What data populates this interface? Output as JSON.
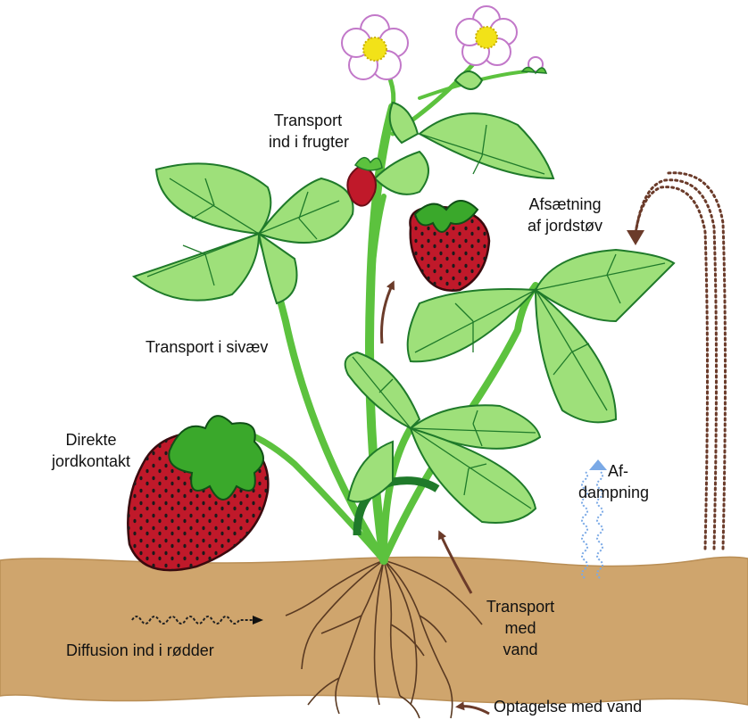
{
  "colors": {
    "soil": "#cfa56d",
    "leaf": "#9ee07a",
    "leaf_dark": "#1f7a2a",
    "stem": "#5cc23e",
    "berry": "#c0192a",
    "root": "#5a3a22",
    "arrow": "#6b3b2a",
    "vapor": "#7aa9e6",
    "petal": "#ffffff",
    "petal_outline": "#c278c9",
    "flower_center": "#f2e218"
  },
  "icons": [
    "strawberry-plant",
    "strawberry",
    "flower",
    "roots",
    "soil-layer",
    "arrow"
  ],
  "labels": {
    "transport_fruits": [
      "Transport",
      "ind i frugter"
    ],
    "deposition": [
      "Afsætning",
      "af jordstøv"
    ],
    "phloem": "Transport i sivæv",
    "direct_contact": [
      "Direkte",
      "jordkontakt"
    ],
    "evaporation": [
      "Af-",
      "dampning"
    ],
    "diffusion": "Diffusion ind i rødder",
    "transport_water": [
      "Transport",
      "med",
      "vand"
    ],
    "uptake": "Optagelse med vand"
  }
}
